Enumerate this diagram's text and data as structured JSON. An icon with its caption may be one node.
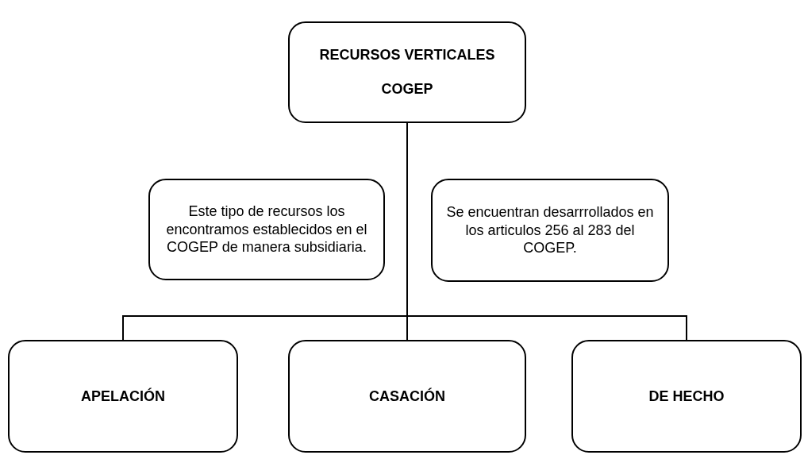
{
  "diagram": {
    "nodes": [
      {
        "text": [
          "RECURSOS VERTICALES COGEP"
        ]
      },
      {
        "text": [
          "Este tipo de recursos los encontramos establecidos en el COGEP de manera subsidiaria."
        ]
      },
      {
        "text": [
          "Se encuentran desarrrollados en los articulos 256 al 283 del COGEP."
        ]
      },
      {
        "text": [
          "APELACIÓN"
        ]
      },
      {
        "text": [
          "CASACIÓN"
        ]
      },
      {
        "text": [
          "DE HECHO"
        ]
      }
    ],
    "edges": [
      {
        "from": 0,
        "to": 3,
        "arrow": "none"
      },
      {
        "from": 0,
        "to": 4,
        "arrow": "none"
      },
      {
        "from": 0,
        "to": 5,
        "arrow": "none"
      }
    ]
  }
}
